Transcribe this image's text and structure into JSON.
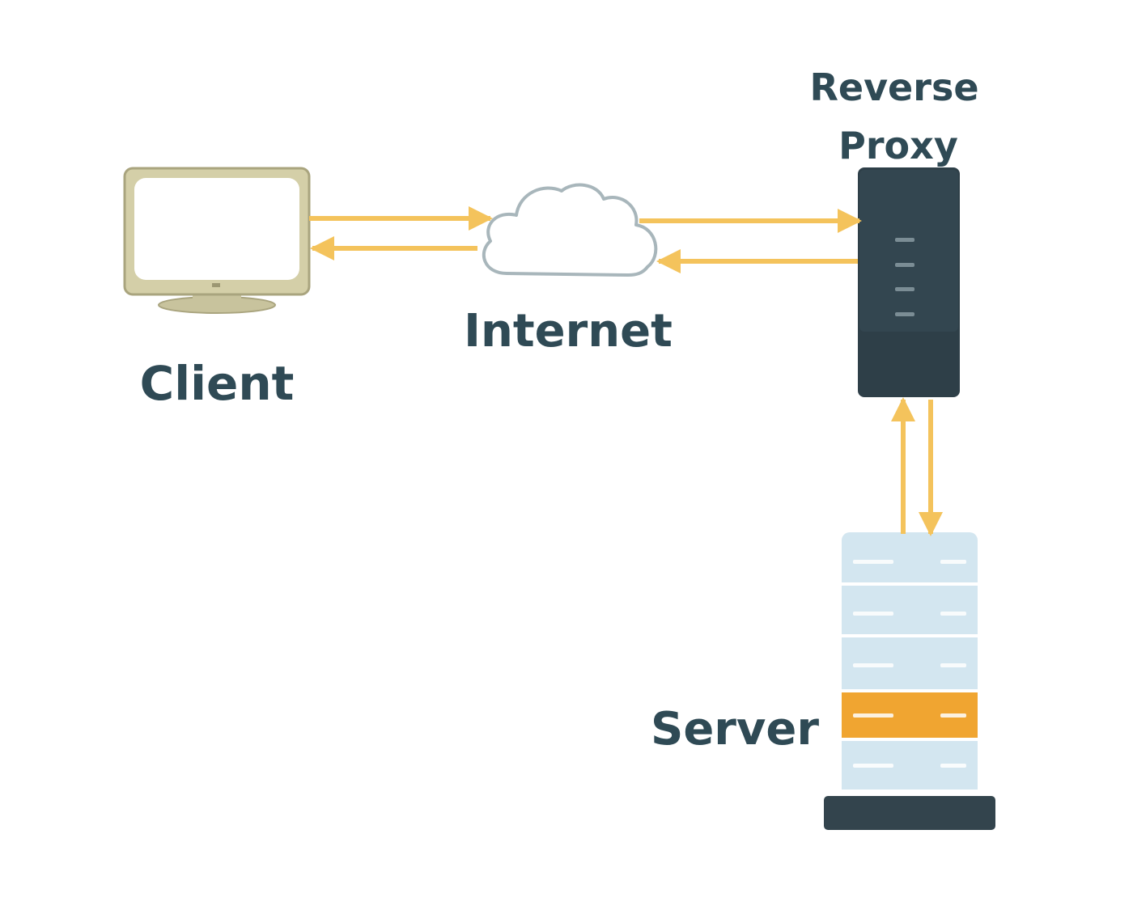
{
  "nodes": {
    "client": {
      "label": "Client"
    },
    "internet": {
      "label": "Internet"
    },
    "proxy": {
      "label_line1": "Reverse",
      "label_line2": "Proxy"
    },
    "server": {
      "label": "Server"
    }
  },
  "colors": {
    "arrow": "#f4c35c",
    "label": "#2f4a55",
    "monitor_frame": "#d4cfa8",
    "monitor_screen": "#ffffff",
    "cloud_fill": "#ffffff",
    "cloud_stroke": "#a8b6bb",
    "proxy_body": "#2e3f48",
    "server_unit": "#d3e6f0",
    "server_highlight": "#f0a531",
    "server_base": "#33444d"
  }
}
